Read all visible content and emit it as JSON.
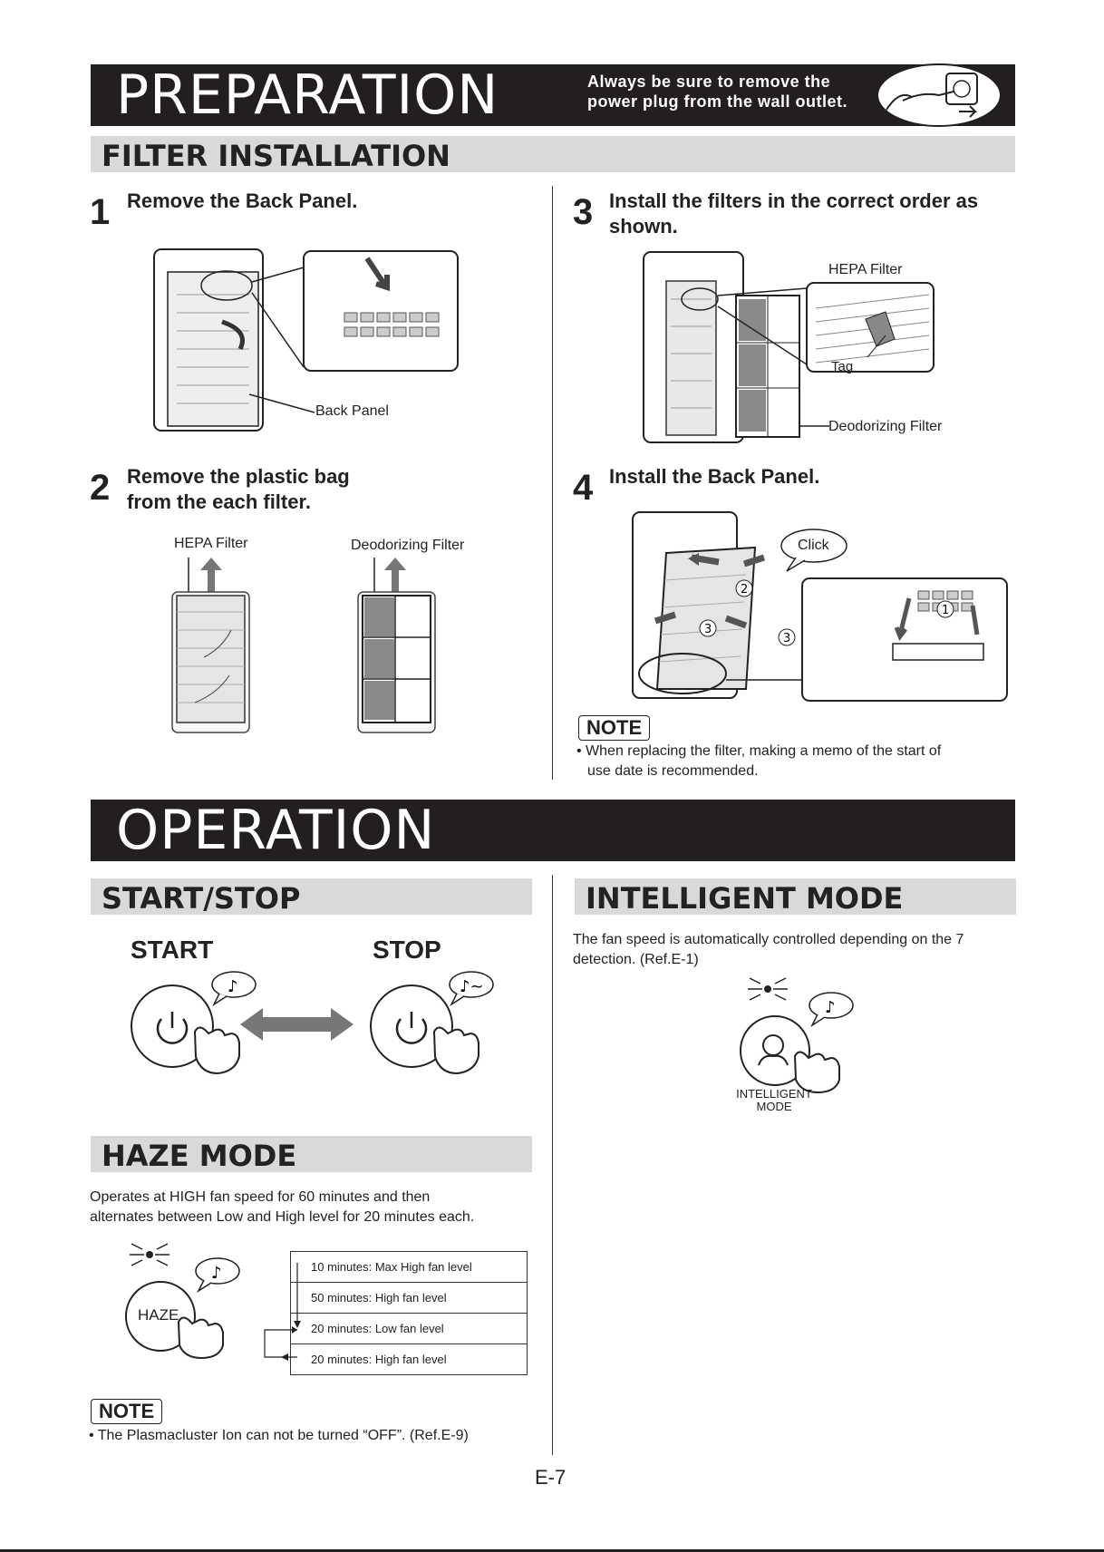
{
  "preparation": {
    "title": "PREPARATION",
    "warning": [
      "Always be sure to remove the",
      "power plug from the wall outlet."
    ]
  },
  "filter_installation": {
    "title": "FILTER INSTALLATION",
    "steps": [
      {
        "num": "1",
        "text": [
          "Remove the Back Panel."
        ],
        "labels": {
          "back_panel": "Back Panel"
        }
      },
      {
        "num": "2",
        "text": [
          "Remove the plastic bag",
          "from the each filter."
        ],
        "labels": {
          "hepa": "HEPA Filter",
          "deodorizing": "Deodorizing Filter"
        }
      },
      {
        "num": "3",
        "text": [
          "Install the filters in the correct order as",
          "shown."
        ],
        "labels": {
          "hepa": "HEPA Filter",
          "tag": "Tag",
          "deodorizing": "Deodorizing Filter"
        }
      },
      {
        "num": "4",
        "text": [
          "Install the Back Panel."
        ],
        "labels": {
          "click": "Click"
        }
      }
    ],
    "note": {
      "title": "NOTE",
      "lines": [
        "• When replacing the filter, making a memo of the start of",
        "use date is recommended."
      ]
    }
  },
  "operation": {
    "title": "OPERATION"
  },
  "start_stop": {
    "title": "START/STOP",
    "start": "START",
    "stop": "STOP"
  },
  "haze_mode": {
    "title": "HAZE MODE",
    "desc": [
      "Operates at HIGH fan speed for 60 minutes and then",
      "alternates between Low and High level for 20 minutes each."
    ],
    "button": "HAZE",
    "schedule": [
      "10 minutes: Max High fan level",
      "50 minutes: High fan level",
      "20 minutes: Low fan level",
      "20 minutes: High fan level"
    ],
    "note": {
      "title": "NOTE",
      "lines": [
        "• The Plasmacluster Ion can not be turned “OFF”. (Ref.E-9)"
      ]
    }
  },
  "intelligent_mode": {
    "title": "INTELLIGENT MODE",
    "desc": [
      "The fan speed is automatically controlled depending on the 7",
      "detection.  (Ref.E-1)"
    ],
    "button_label": [
      "INTELLIGENT",
      "MODE"
    ]
  },
  "page_number": "E-7"
}
